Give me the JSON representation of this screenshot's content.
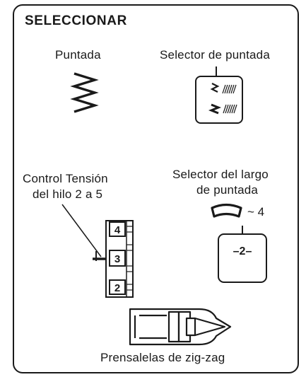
{
  "section": {
    "title": "SELECCIONAR"
  },
  "labels": {
    "stitch": "Puntada",
    "stitch_selector": "Selector de puntada",
    "tension_line1": "Control Tensión",
    "tension_line2": "del hilo 2 a 5",
    "length_line1": "Selector del largo",
    "length_line2": "de puntada",
    "length_value": "~ 4",
    "foot": "Prensalelas de zig-zag"
  },
  "tension_dial": {
    "numbers": [
      "4",
      "3",
      "2"
    ]
  },
  "length_dial": {
    "value": "–2–"
  },
  "icons": {
    "stitch": "zigzag-stitch-icon",
    "stitch_selector": "stitch-selector-dial-icon",
    "tension": "tension-dial-icon",
    "length_gauge": "length-gauge-icon",
    "length_selector": "length-selector-dial-icon",
    "foot": "zigzag-presser-foot-icon"
  }
}
